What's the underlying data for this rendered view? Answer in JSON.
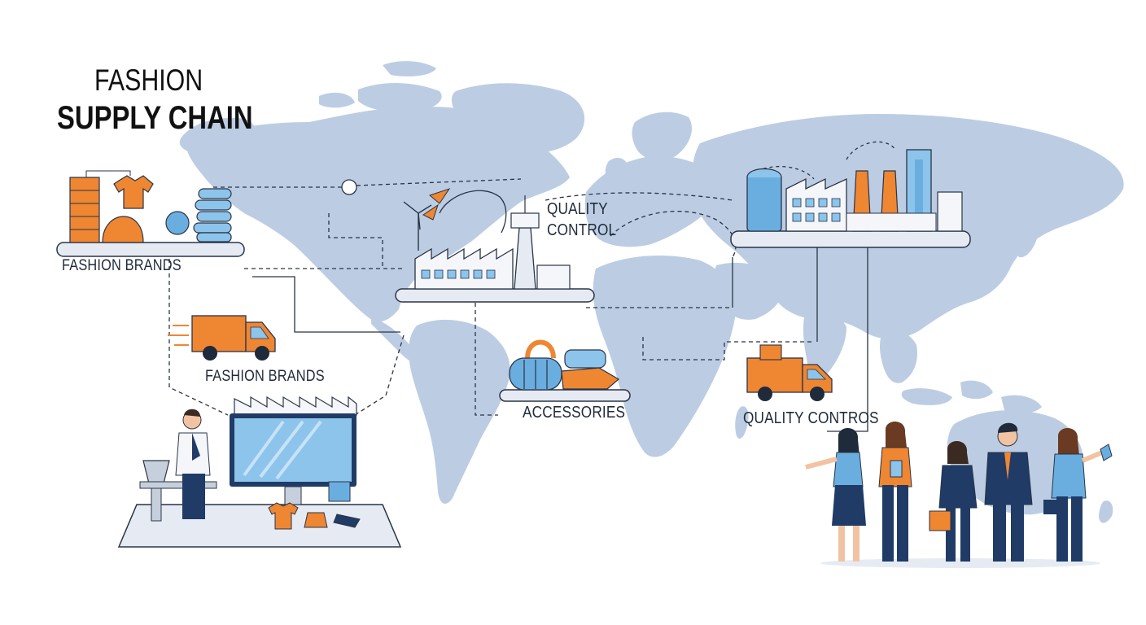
{
  "title": {
    "line1": "FASHION",
    "line2": "SUPPLY CHAIN"
  },
  "labels": {
    "fashion_brands_top": "FASHION BRANDS",
    "fashion_brands_truck": "FASHION BRANDS",
    "quality_control_line1": "QUALITY",
    "quality_control_line2": "CONTROL",
    "accessories": "ACCESSORIES",
    "quality_contros": "QUALITY CONTROS"
  },
  "colors": {
    "map": "#bccde3",
    "orange": "#ef8632",
    "blue": "#6aaee0",
    "navy": "#1f3b66",
    "line": "#2a3446",
    "platform": "#e6ebf3"
  }
}
